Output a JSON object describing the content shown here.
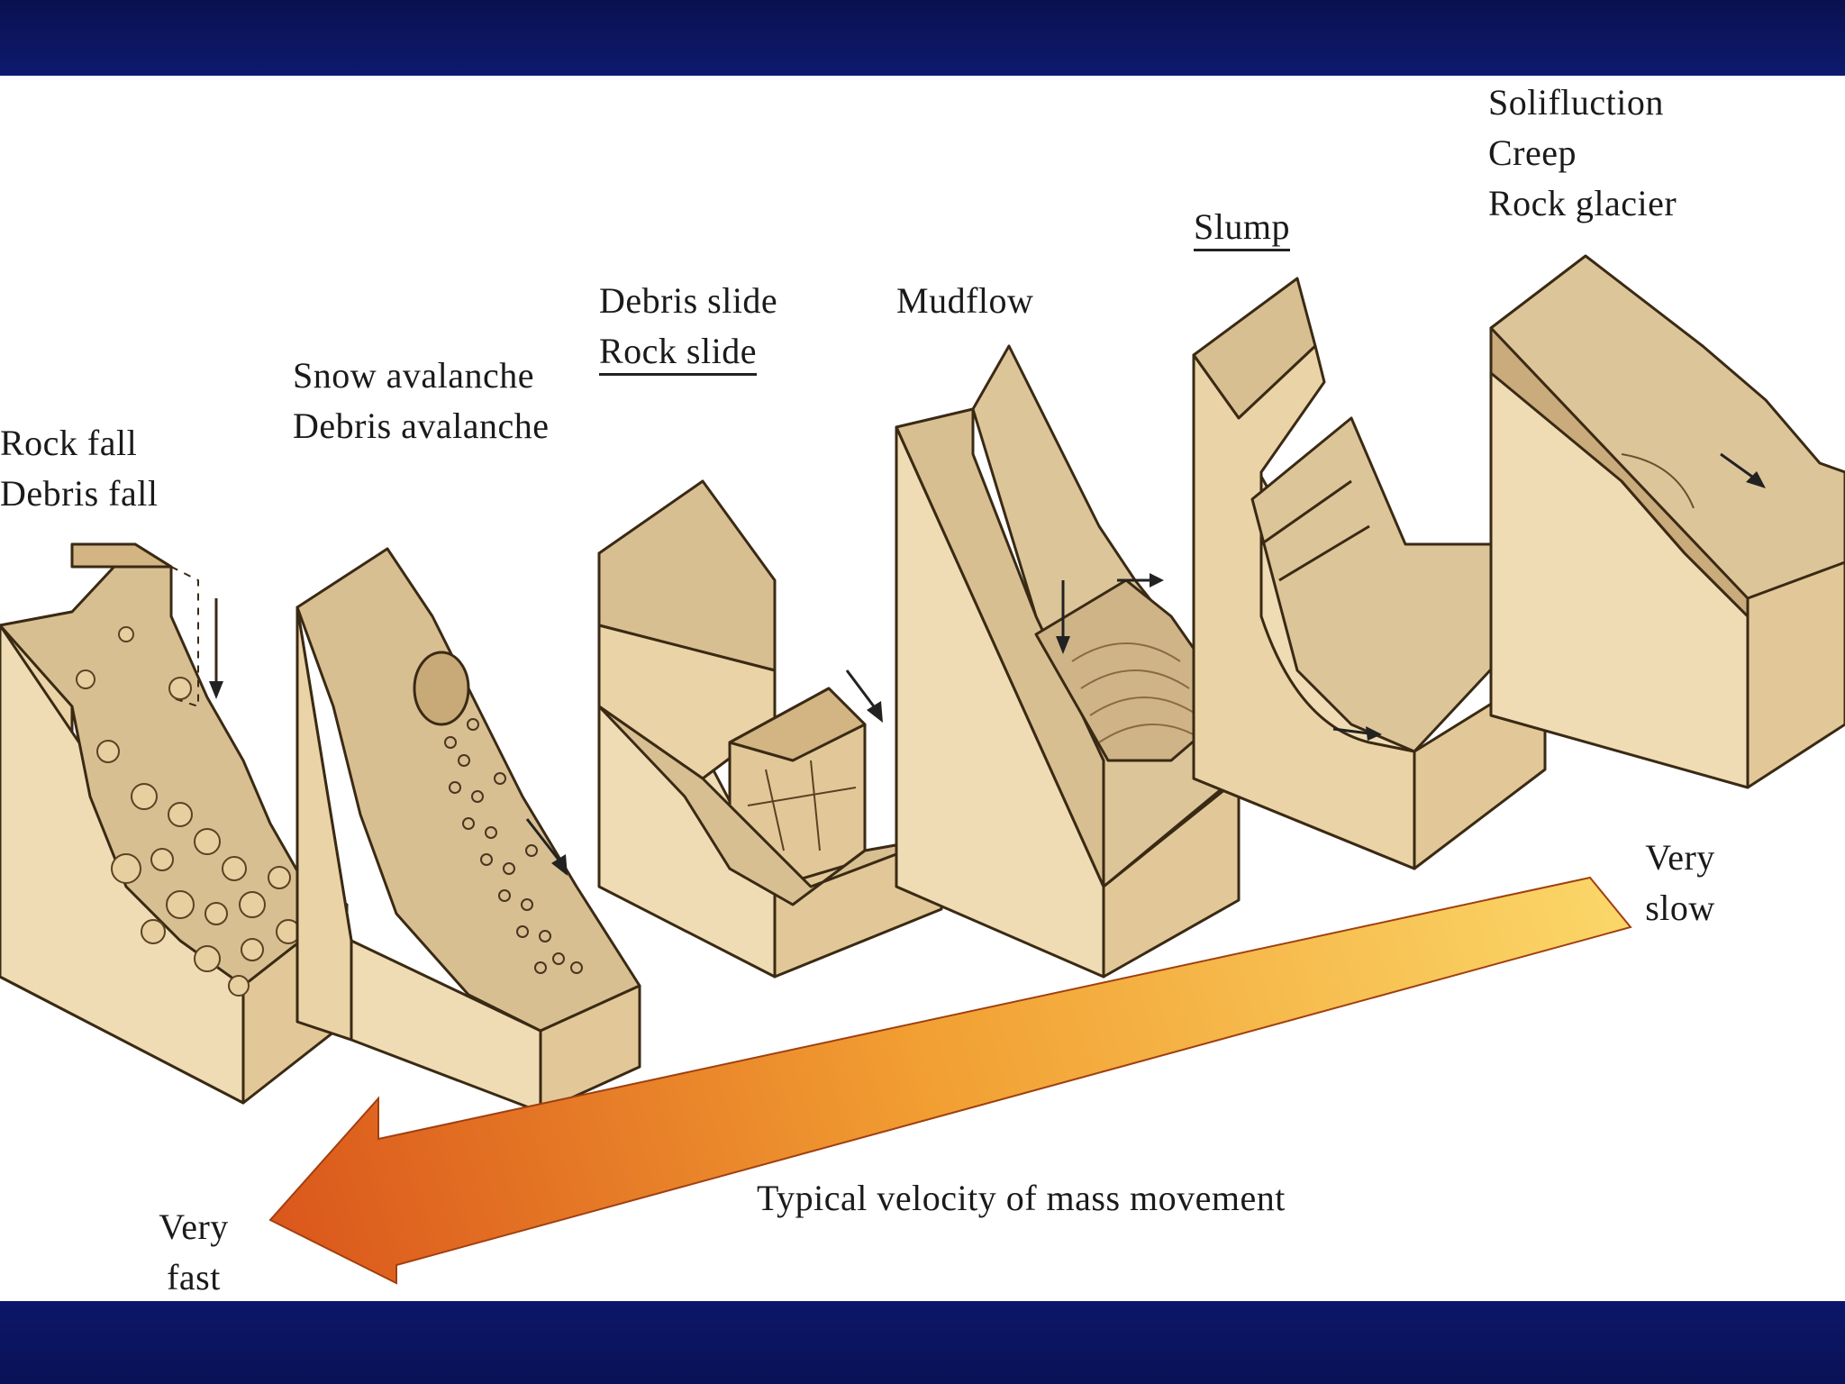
{
  "diagram": {
    "processes": [
      {
        "lines": [
          "Rock fall",
          "Debris fall"
        ],
        "underline": [
          false,
          false
        ]
      },
      {
        "lines": [
          "Snow avalanche",
          "Debris avalanche"
        ],
        "underline": [
          false,
          false
        ]
      },
      {
        "lines": [
          "Debris slide",
          "Rock slide"
        ],
        "underline": [
          false,
          true
        ]
      },
      {
        "lines": [
          "Mudflow"
        ],
        "underline": [
          false
        ]
      },
      {
        "lines": [
          "Slump"
        ],
        "underline": [
          true
        ]
      },
      {
        "lines": [
          "Solifluction",
          "Creep",
          "Rock glacier"
        ],
        "underline": [
          false,
          false,
          false
        ]
      }
    ],
    "velocity_axis": {
      "caption": "Typical velocity of mass movement",
      "fast_label": [
        "Very",
        "fast"
      ],
      "slow_label": [
        "Very",
        "slow"
      ]
    },
    "colors": {
      "frame": "#0b1460",
      "block_side": "#ead3a6",
      "block_top": "#d9c196",
      "arrow_start": "#fbd86a",
      "arrow_end": "#d9531a"
    }
  }
}
